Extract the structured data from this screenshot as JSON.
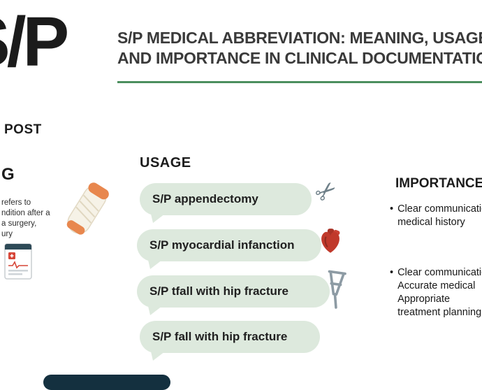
{
  "page": {
    "background": "#ffffff",
    "accent_green": "#4c8f5e",
    "bubble_bg": "#dde9dd",
    "footer_bar_color": "#14303f"
  },
  "logo": {
    "text": "S/P"
  },
  "header": {
    "title_line1": "S/P MEDICAL ABBREVIATION: MEANING, USAGE",
    "title_line2": "AND IMPORTANCE IN CLINICAL DOCUMENTATION"
  },
  "left_column": {
    "status_post_label": "POST",
    "meaning_heading_fragment": "G",
    "meaning_lines": [
      "refers to",
      "ndition after a",
      "a surgery,",
      "ury"
    ]
  },
  "usage": {
    "heading": "USAGE",
    "items": [
      {
        "label": "S/P appendectomy",
        "icon": "scissors-icon"
      },
      {
        "label": "S/P myocardial infanction",
        "icon": "heart-icon"
      },
      {
        "label": "S/P tfall with hip fracture",
        "icon": "crutch-icon"
      },
      {
        "label": "S/P fall with hip fracture",
        "icon": "none"
      }
    ]
  },
  "importance": {
    "heading": "IMPORTANCE",
    "bullet_glyph": "•",
    "bullets": [
      {
        "lines": [
          "Clear communication",
          "medical history"
        ]
      },
      {
        "lines": [
          "Clear communication",
          "Accurate medical",
          "Appropriate",
          "treatment planning"
        ]
      }
    ]
  },
  "icons": {
    "scissors_glyph": "✂"
  }
}
